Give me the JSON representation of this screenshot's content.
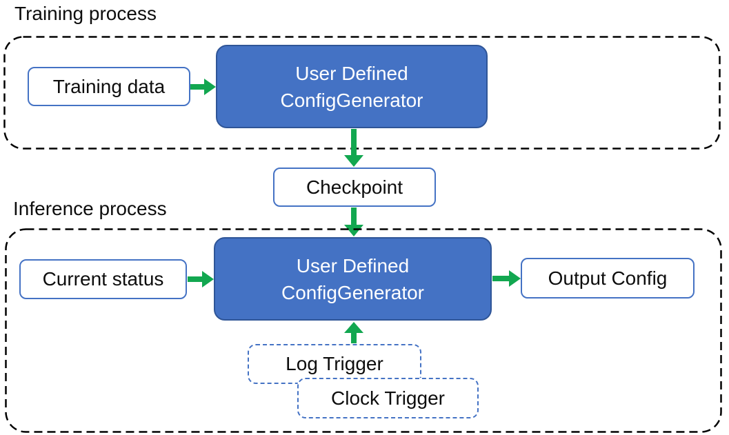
{
  "labels": {
    "training_process": "Training process",
    "inference_process": "Inference process"
  },
  "boxes": {
    "training_data": "Training data",
    "generator_training": {
      "line1": "User Defined",
      "line2": "ConfigGenerator"
    },
    "checkpoint": "Checkpoint",
    "current_status": "Current status",
    "generator_inference": {
      "line1": "User Defined",
      "line2": "ConfigGenerator"
    },
    "output_config": "Output Config",
    "log_trigger": "Log Trigger",
    "clock_trigger": "Clock Trigger"
  },
  "colors": {
    "generator_fill": "#4472c4",
    "generator_border": "#2f5597",
    "white_box_border": "#4472c4",
    "trigger_dashed_border": "#4472c4",
    "container_dashed_border": "#000000",
    "arrow_green": "#12a750",
    "text_dark": "#0d0d0d",
    "text_light": "#ffffff",
    "background": "#ffffff"
  }
}
